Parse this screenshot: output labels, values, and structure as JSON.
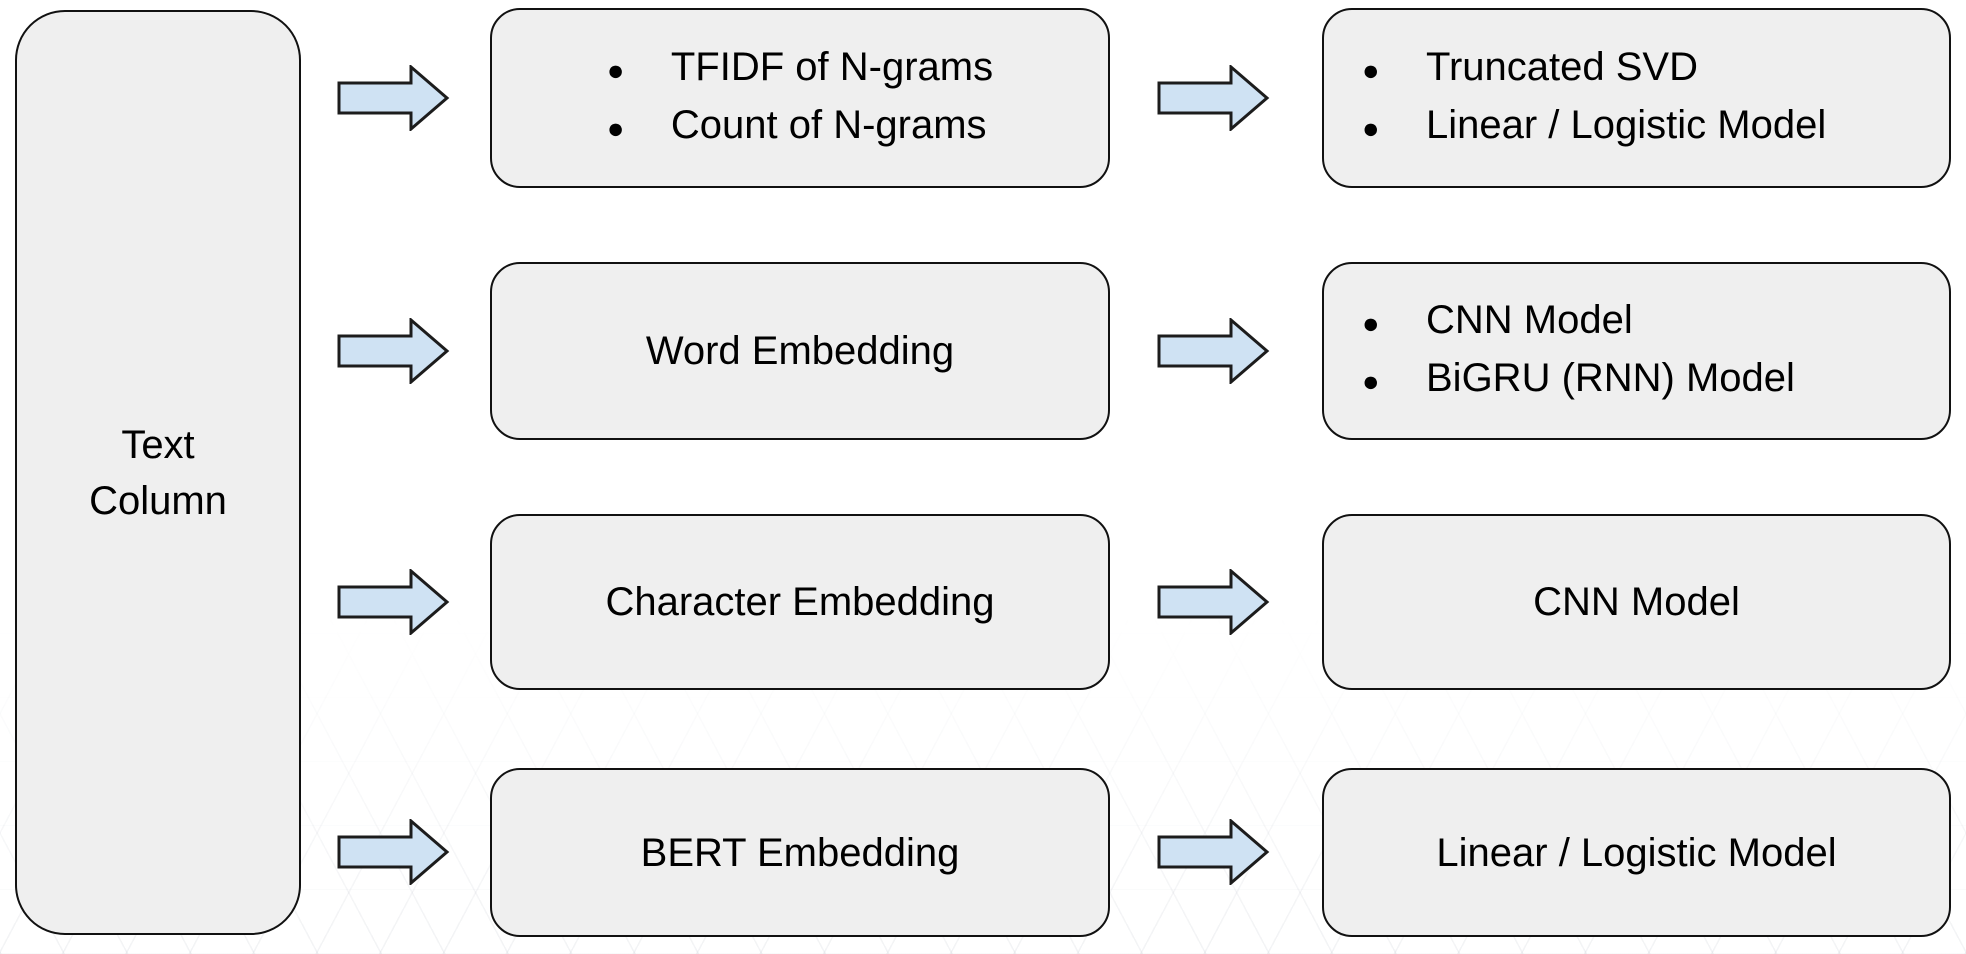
{
  "colors": {
    "box_fill": "#efefef",
    "box_border": "#111111",
    "arrow_fill": "#cfe2f3",
    "arrow_border": "#1c1c1c",
    "text": "#000000",
    "background": "#ffffff"
  },
  "bullet_glyph": "●",
  "diagram": {
    "source_box": {
      "label": "Text Column"
    },
    "rows": [
      {
        "feature": {
          "items": [
            "TFIDF of N-grams",
            "Count of N-grams"
          ]
        },
        "model": {
          "items": [
            "Truncated SVD",
            "Linear / Logistic Model"
          ]
        }
      },
      {
        "feature": {
          "label": "Word Embedding"
        },
        "model": {
          "items": [
            "CNN Model",
            "BiGRU (RNN) Model"
          ]
        }
      },
      {
        "feature": {
          "label": "Character Embedding"
        },
        "model": {
          "label": "CNN Model"
        }
      },
      {
        "feature": {
          "label": "BERT Embedding"
        },
        "model": {
          "label": "Linear / Logistic Model"
        }
      }
    ]
  }
}
